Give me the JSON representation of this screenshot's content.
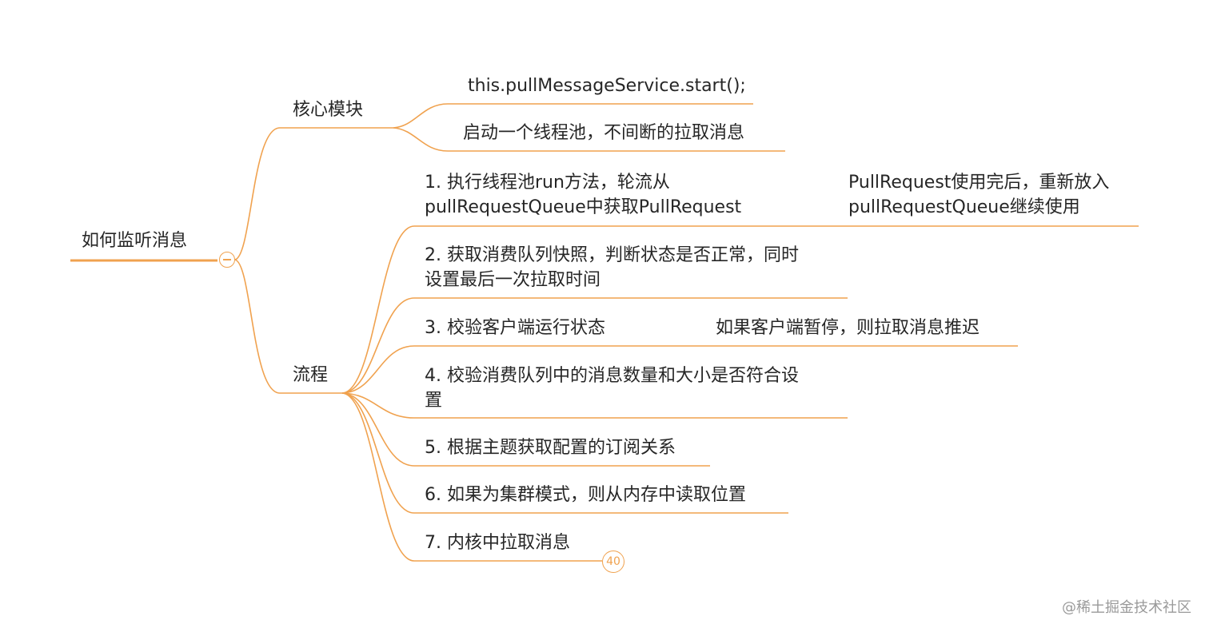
{
  "colors": {
    "line": "#f0a24f",
    "text": "#262626",
    "watermark": "#9a9a9a"
  },
  "root": {
    "label": "如何监听消息",
    "collapse_icon": "minus-icon"
  },
  "core": {
    "label": "核心模块",
    "children": [
      "this.pullMessageService.start();",
      "启动一个线程池，不间断的拉取消息"
    ]
  },
  "flow": {
    "label": "流程",
    "steps": [
      {
        "line1": "1. 执行线程池run方法，轮流从",
        "line2": "pullRequestQueue中获取PullRequest",
        "sub_line1": "PullRequest使用完后，重新放入",
        "sub_line2": "pullRequestQueue继续使用"
      },
      {
        "line1": "2. 获取消费队列快照，判断状态是否正常，同时",
        "line2": "设置最后一次拉取时间"
      },
      {
        "line1": "3. 校验客户端运行状态",
        "sub_line1": "如果客户端暂停，则拉取消息推迟"
      },
      {
        "line1": "4. 校验消费队列中的消息数量和大小是否符合设",
        "line2": "置"
      },
      {
        "line1": "5. 根据主题获取配置的订阅关系"
      },
      {
        "line1": "6. 如果为集群模式，则从内存中读取位置"
      },
      {
        "line1": "7. 内核中拉取消息",
        "collapsed_count": "40"
      }
    ]
  },
  "watermark": "@稀土掘金技术社区"
}
